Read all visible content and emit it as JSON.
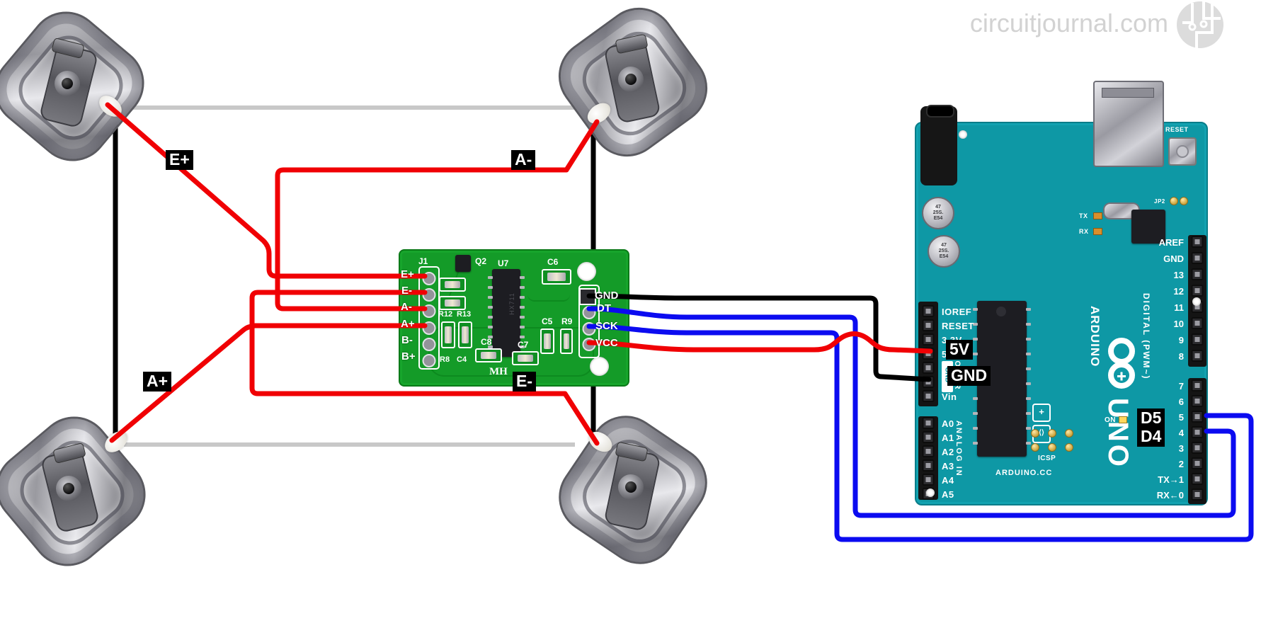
{
  "watermark": {
    "text": "circuitjournal.com"
  },
  "colors": {
    "wire_red": "#f00004",
    "wire_blue": "#0b0bf0",
    "wire_black": "#000000",
    "wire_gray": "#c8c8c8",
    "hx711_green": "#149b28",
    "arduino_teal": "#0e98a5",
    "label_bg": "#000000",
    "label_fg": "#ffffff"
  },
  "wire_labels": {
    "tl": "E+",
    "tr": "A-",
    "bl": "A+",
    "br": "E-",
    "v5": "5V",
    "gnd": "GND",
    "d5": "D5",
    "d4": "D4"
  },
  "hx711": {
    "left_pins": [
      "E+",
      "E-",
      "A-",
      "A+",
      "B-",
      "B+"
    ],
    "right_pins": [
      "GND",
      "DT",
      "SCK",
      "VCC"
    ],
    "silkscreen": {
      "j1": "J1",
      "q2": "Q2",
      "u7": "U7",
      "c6": "C6",
      "r12": "R12",
      "r13": "R13",
      "c5": "C5",
      "r9": "R9",
      "c8": "C8",
      "c7": "C7",
      "r8": "R8",
      "c4": "C4",
      "mh": "MH",
      "chip": "HX711"
    }
  },
  "arduino": {
    "power_pins": [
      "IOREF",
      "RESET",
      "3.3V",
      "5V",
      "Vin"
    ],
    "gnd_strip": "GND",
    "analog_pins": [
      "A0",
      "A1",
      "A2",
      "A3",
      "A4",
      "A5"
    ],
    "digital_top": [
      "AREF",
      "GND",
      "13",
      "12",
      "11",
      "10",
      "9",
      "8"
    ],
    "digital_bottom": [
      "7",
      "6",
      "5",
      "4",
      "3",
      "2",
      "TX→1",
      "RX←0"
    ],
    "vertical_labels": {
      "power": "POWER",
      "analog": "ANALOG IN",
      "digital": "DIGITAL (PWM~)",
      "arduino": "ARDUINO",
      "uno": "UNO"
    },
    "misc": {
      "on": "ON",
      "icsp": "ICSP",
      "reset": "RESET",
      "arduino_cc": "ARDUINO.CC",
      "jp2": "JP2",
      "tx": "TX",
      "rx": "RX",
      "cap_l1": "47",
      "cap_l2": "25S.",
      "cap_l3": "E54",
      "picto_plus": "+",
      "picto_dir": "⟨⟩"
    }
  }
}
